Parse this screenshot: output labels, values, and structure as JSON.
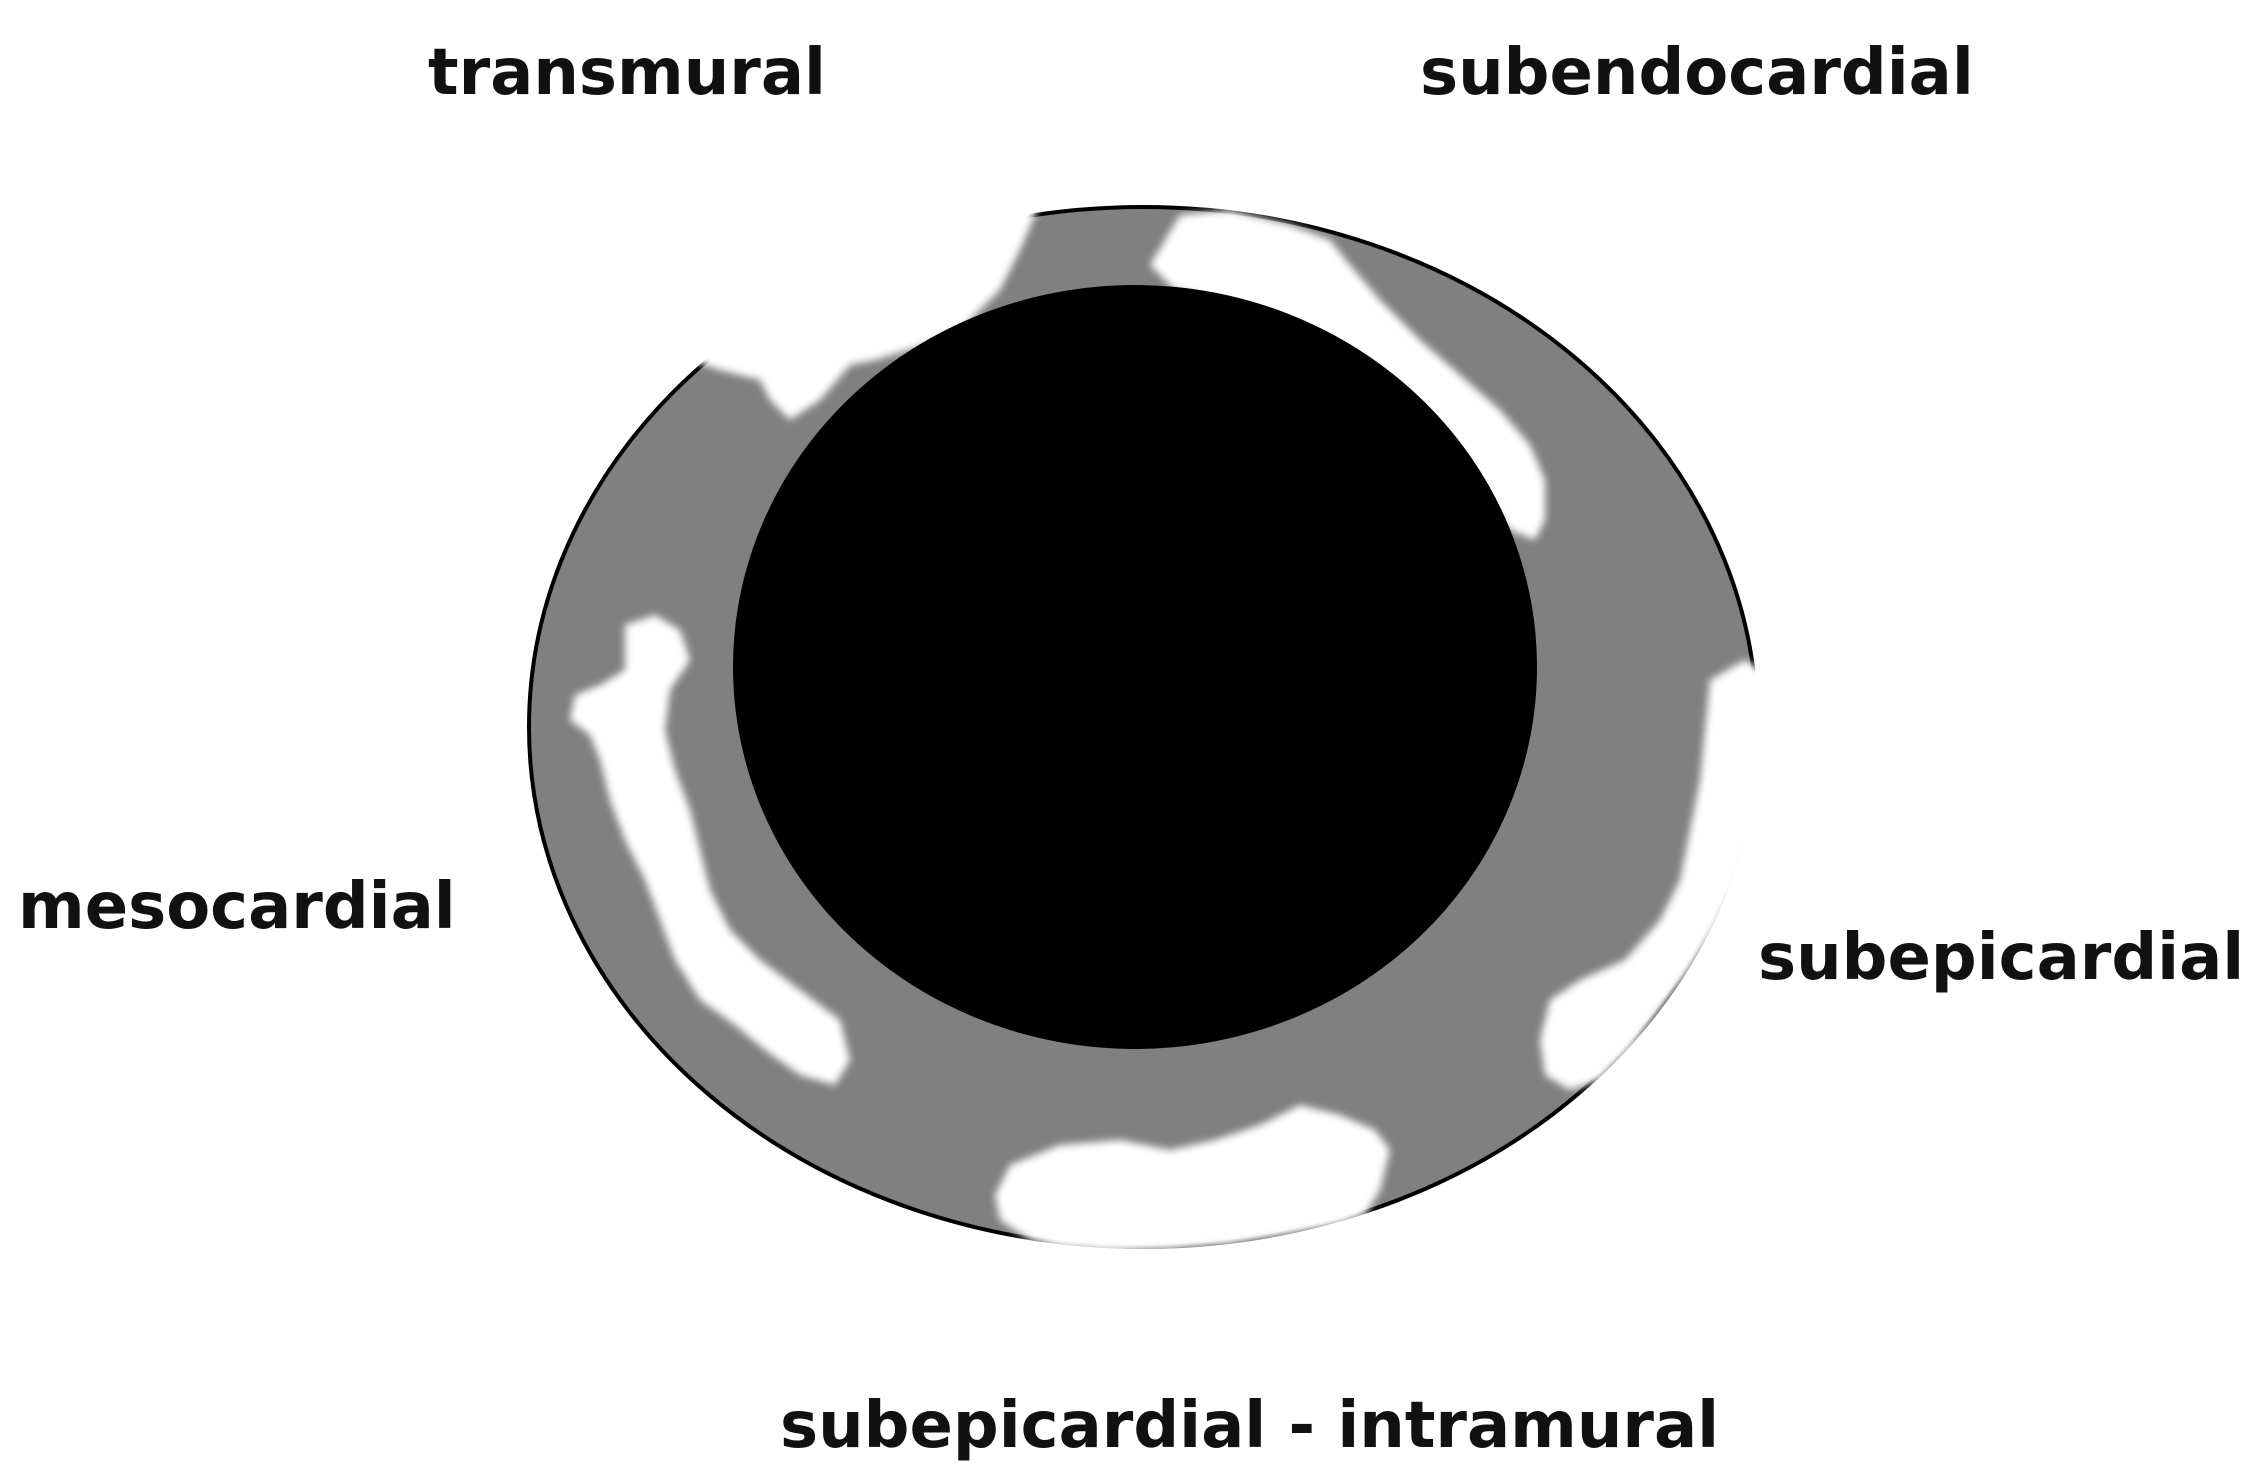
{
  "labels": {
    "transmural": "transmural",
    "subendocardial": "subendocardial",
    "mesocardial": "mesocardial",
    "subepicardial": "subepicardial",
    "subepicardial_intramural": "subepicardial - intramural"
  },
  "colors": {
    "background": "#ffffff",
    "myocardium_wall": "#808080",
    "ventricle_cavity": "#000000",
    "enhancement_lesion": "#ffffff",
    "outline": "#000000",
    "label_text": "#111111"
  }
}
